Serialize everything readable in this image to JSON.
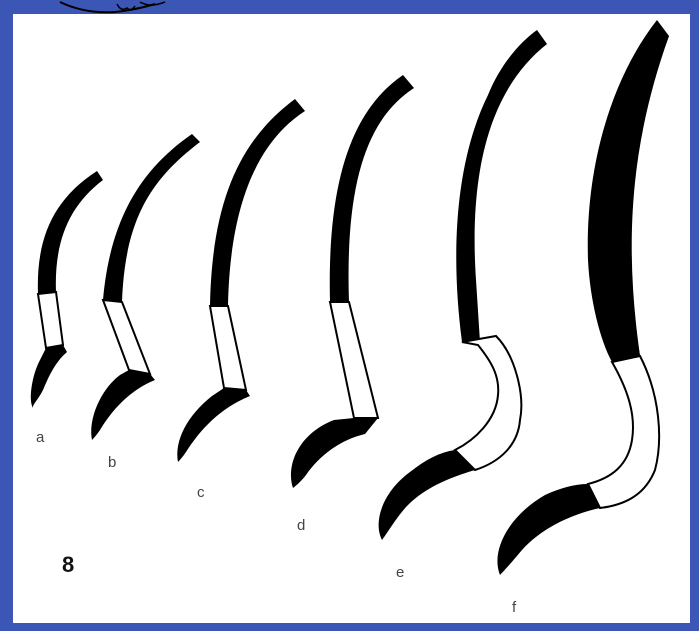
{
  "figure": {
    "number": "8",
    "stage_labels": [
      "a",
      "b",
      "c",
      "d",
      "e",
      "f"
    ]
  },
  "colors": {
    "background_frame": "#3b56b4",
    "panel": "#ffffff",
    "ink": "#000000",
    "label_text": "#444444"
  }
}
